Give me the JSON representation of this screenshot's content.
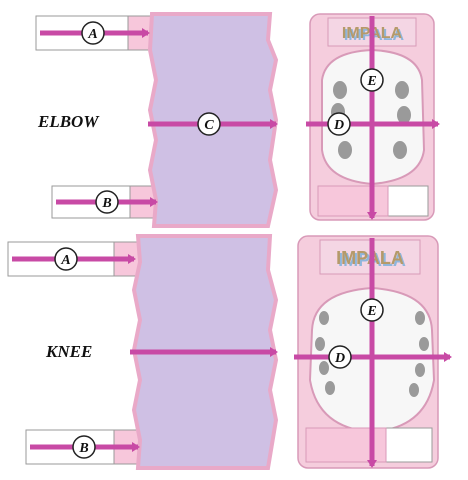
{
  "sections": [
    {
      "id": "elbow",
      "title": "ELBOW"
    },
    {
      "id": "knee",
      "title": "KNEE"
    }
  ],
  "measure_labels": {
    "a": "A",
    "b": "B",
    "c": "C",
    "d": "D",
    "e": "E"
  },
  "brand": "IMPALA",
  "colors": {
    "arrow": "#c84aa5",
    "sleeve": "#cfc0e4",
    "sleeve_edge": "#e9a9c8",
    "pad_pink": "#f5cddd",
    "pad_outline": "#d89ab8",
    "cap_white": "#f7f7f7",
    "vent_gray": "#9a9a9a",
    "strap": "#ffffff",
    "strap_pink": "#f7c7db",
    "brand_blue": "#8fb6dc",
    "brand_gold": "#b59a6a"
  }
}
